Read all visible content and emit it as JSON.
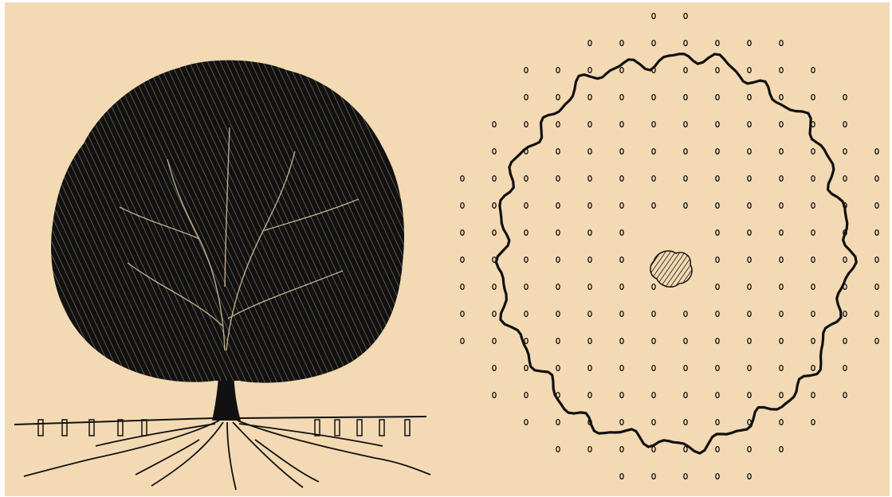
{
  "illustration": {
    "background_color": "#f3dab4",
    "frame_color": "#ffffff",
    "ink_color": "#111111",
    "panels": [
      {
        "id": "elevation",
        "depicts": "tree-with-roots-and-fence"
      },
      {
        "id": "plan",
        "depicts": "dripline-outline-with-dot-grid-and-trunk"
      }
    ]
  }
}
